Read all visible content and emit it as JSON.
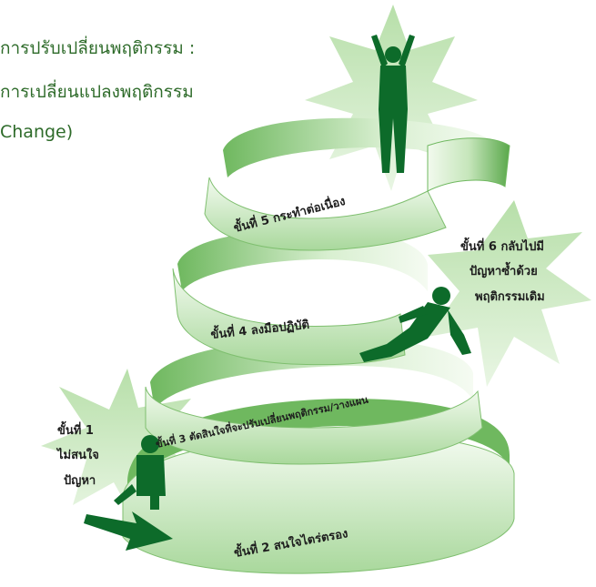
{
  "title": {
    "line1": "การปรับเปลี่ยนพฤติกรรม :",
    "line2": "การเปลี่ยนแปลงพฤติกรรม",
    "line3": "Change)"
  },
  "stages": [
    {
      "id": 1,
      "label_lines": [
        "ขั้นที่ 1",
        "ไม่สนใจ",
        "ปัญหา"
      ]
    },
    {
      "id": 2,
      "label": "ขั้นที่ 2 สนใจไตร่ตรอง"
    },
    {
      "id": 3,
      "label": "ขั้นที่ 3 ตัดสินใจที่จะปรับเปลี่ยนพฤติกรรม/วางแผน"
    },
    {
      "id": 4,
      "label": "ขั้นที่ 4 ลงมือปฏิบัติ"
    },
    {
      "id": 5,
      "label": "ขั้นที่ 5 กระทำต่อเนื่อง"
    },
    {
      "id": 6,
      "label_lines": [
        "ขั้นที่ 6 กลับไปมี",
        "ปัญหาซ้ำด้วย",
        "พฤติกรรมเดิม"
      ]
    }
  ],
  "colors": {
    "title": "#2e6b2a",
    "ribbon_light": "#eaf6e5",
    "ribbon_mid": "#b9dfae",
    "ribbon_dark": "#4f9e42",
    "star": "#cfe8c4",
    "figure": "#0d6b2a",
    "arrow": "#0d6b2a"
  }
}
